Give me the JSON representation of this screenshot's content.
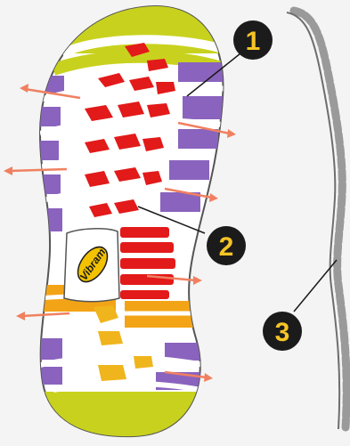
{
  "logo": {
    "text": "Vibram"
  },
  "callouts": [
    {
      "number": "1"
    },
    {
      "number": "2"
    },
    {
      "number": "3"
    }
  ],
  "colors": {
    "lime": "#c8d21e",
    "purple": "#8a63be",
    "red": "#e21a1a",
    "orange": "#f3a416",
    "gold": "#f0b51c",
    "arrow": "#f08060",
    "sole_fill": "#ffffff",
    "outline": "#555555",
    "badge_bg": "#1b1b1b",
    "badge_text": "#f5c426",
    "logo_bg": "#f2c200",
    "logo_text": "#1a1a1a"
  }
}
